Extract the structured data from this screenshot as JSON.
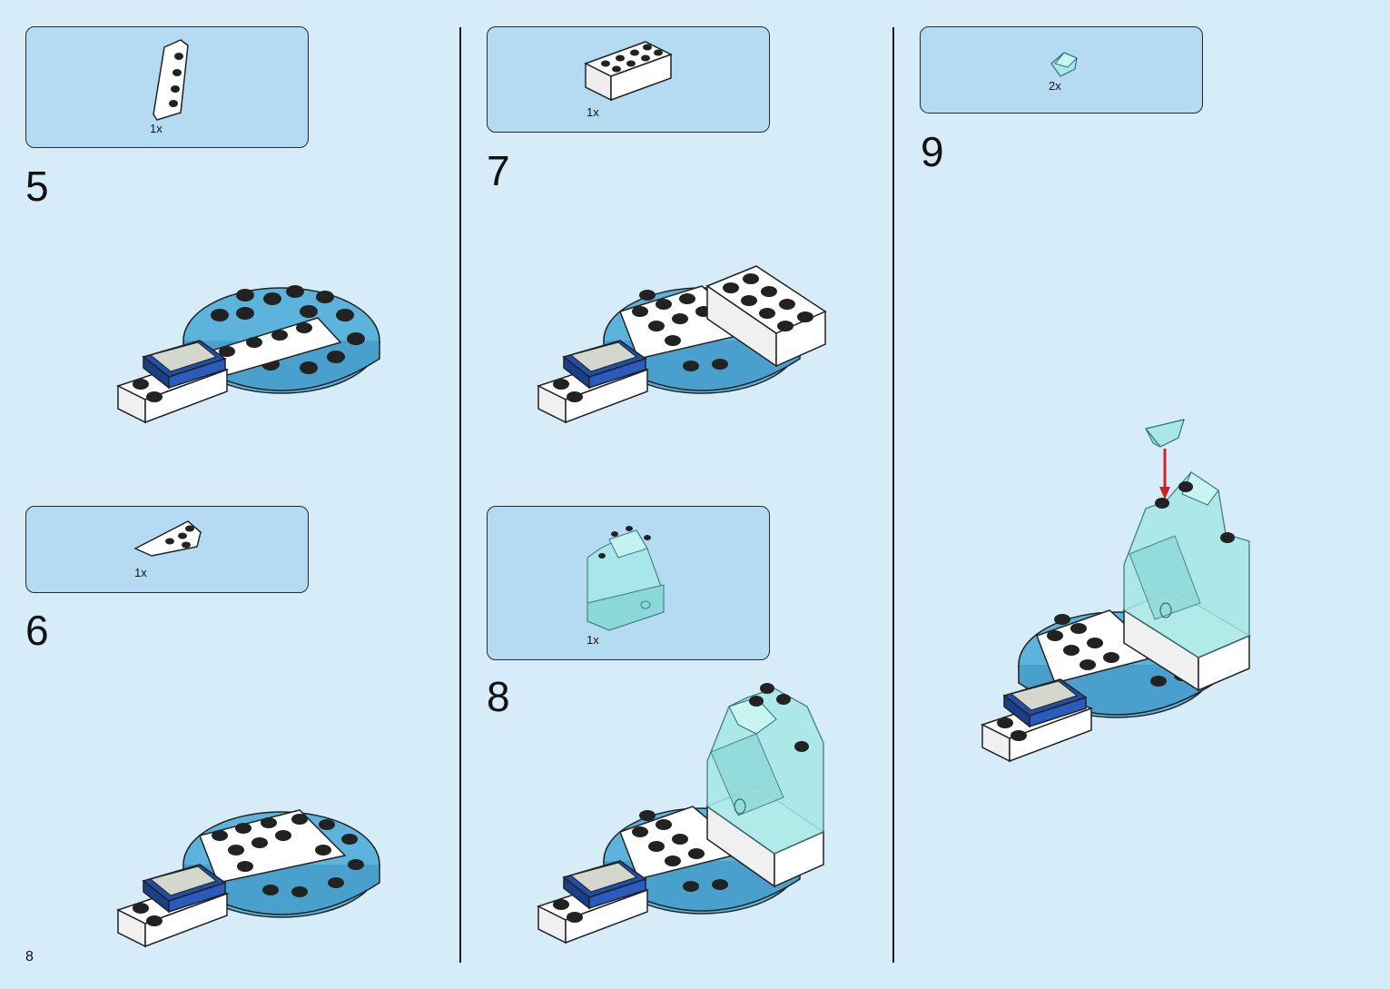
{
  "page_number": "8",
  "steps": [
    {
      "number": "5",
      "parts": [
        {
          "qty": "1x",
          "piece": "white-wedge-plate"
        }
      ]
    },
    {
      "number": "6",
      "parts": [
        {
          "qty": "1x",
          "piece": "white-wing-plate"
        }
      ]
    },
    {
      "number": "7",
      "parts": [
        {
          "qty": "1x",
          "piece": "white-brick-2x4"
        }
      ]
    },
    {
      "number": "8",
      "parts": [
        {
          "qty": "1x",
          "piece": "trans-light-blue-ice-wall"
        }
      ]
    },
    {
      "number": "9",
      "parts": [
        {
          "qty": "2x",
          "piece": "trans-light-blue-slope"
        }
      ]
    }
  ],
  "colors": {
    "background": "#d6ecf8",
    "parts_box": "#b5dbf3",
    "base_blue": "#5cb3dc",
    "ice": "#a8e8e8",
    "arrow": "#d11f2a"
  }
}
